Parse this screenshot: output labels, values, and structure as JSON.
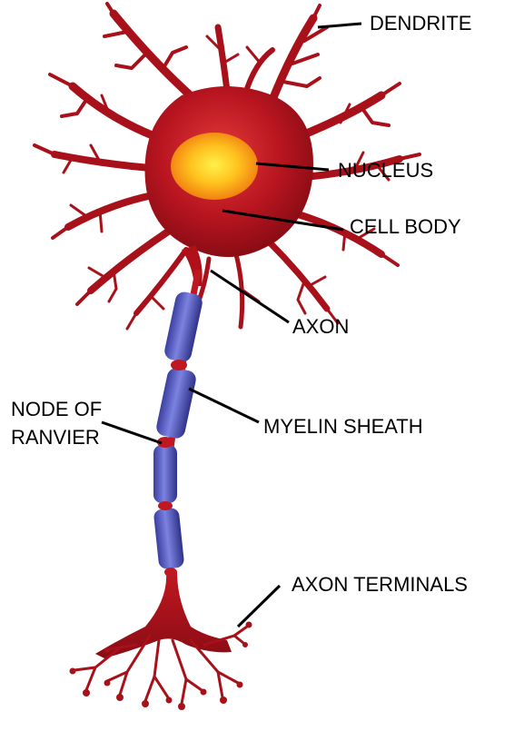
{
  "labels": {
    "dendrite": "DENDRITE",
    "nucleus": "NUCLEUS",
    "cell_body": "CELL BODY",
    "axon": "AXON",
    "node_of_ranvier_line1": "NODE OF",
    "node_of_ranvier_line2": "RANVIER",
    "myelin_sheath": "MYELIN SHEATH",
    "axon_terminals": "AXON TERMINALS"
  },
  "colors": {
    "cell": "#b01018",
    "cell_highlight": "#e03030",
    "cell_dark": "#7a0a10",
    "nucleus_center": "#ffe23a",
    "nucleus_edge": "#f08a10",
    "myelin": "#5a5fc8",
    "myelin_dark": "#2e3288",
    "leader_line": "#000000"
  }
}
